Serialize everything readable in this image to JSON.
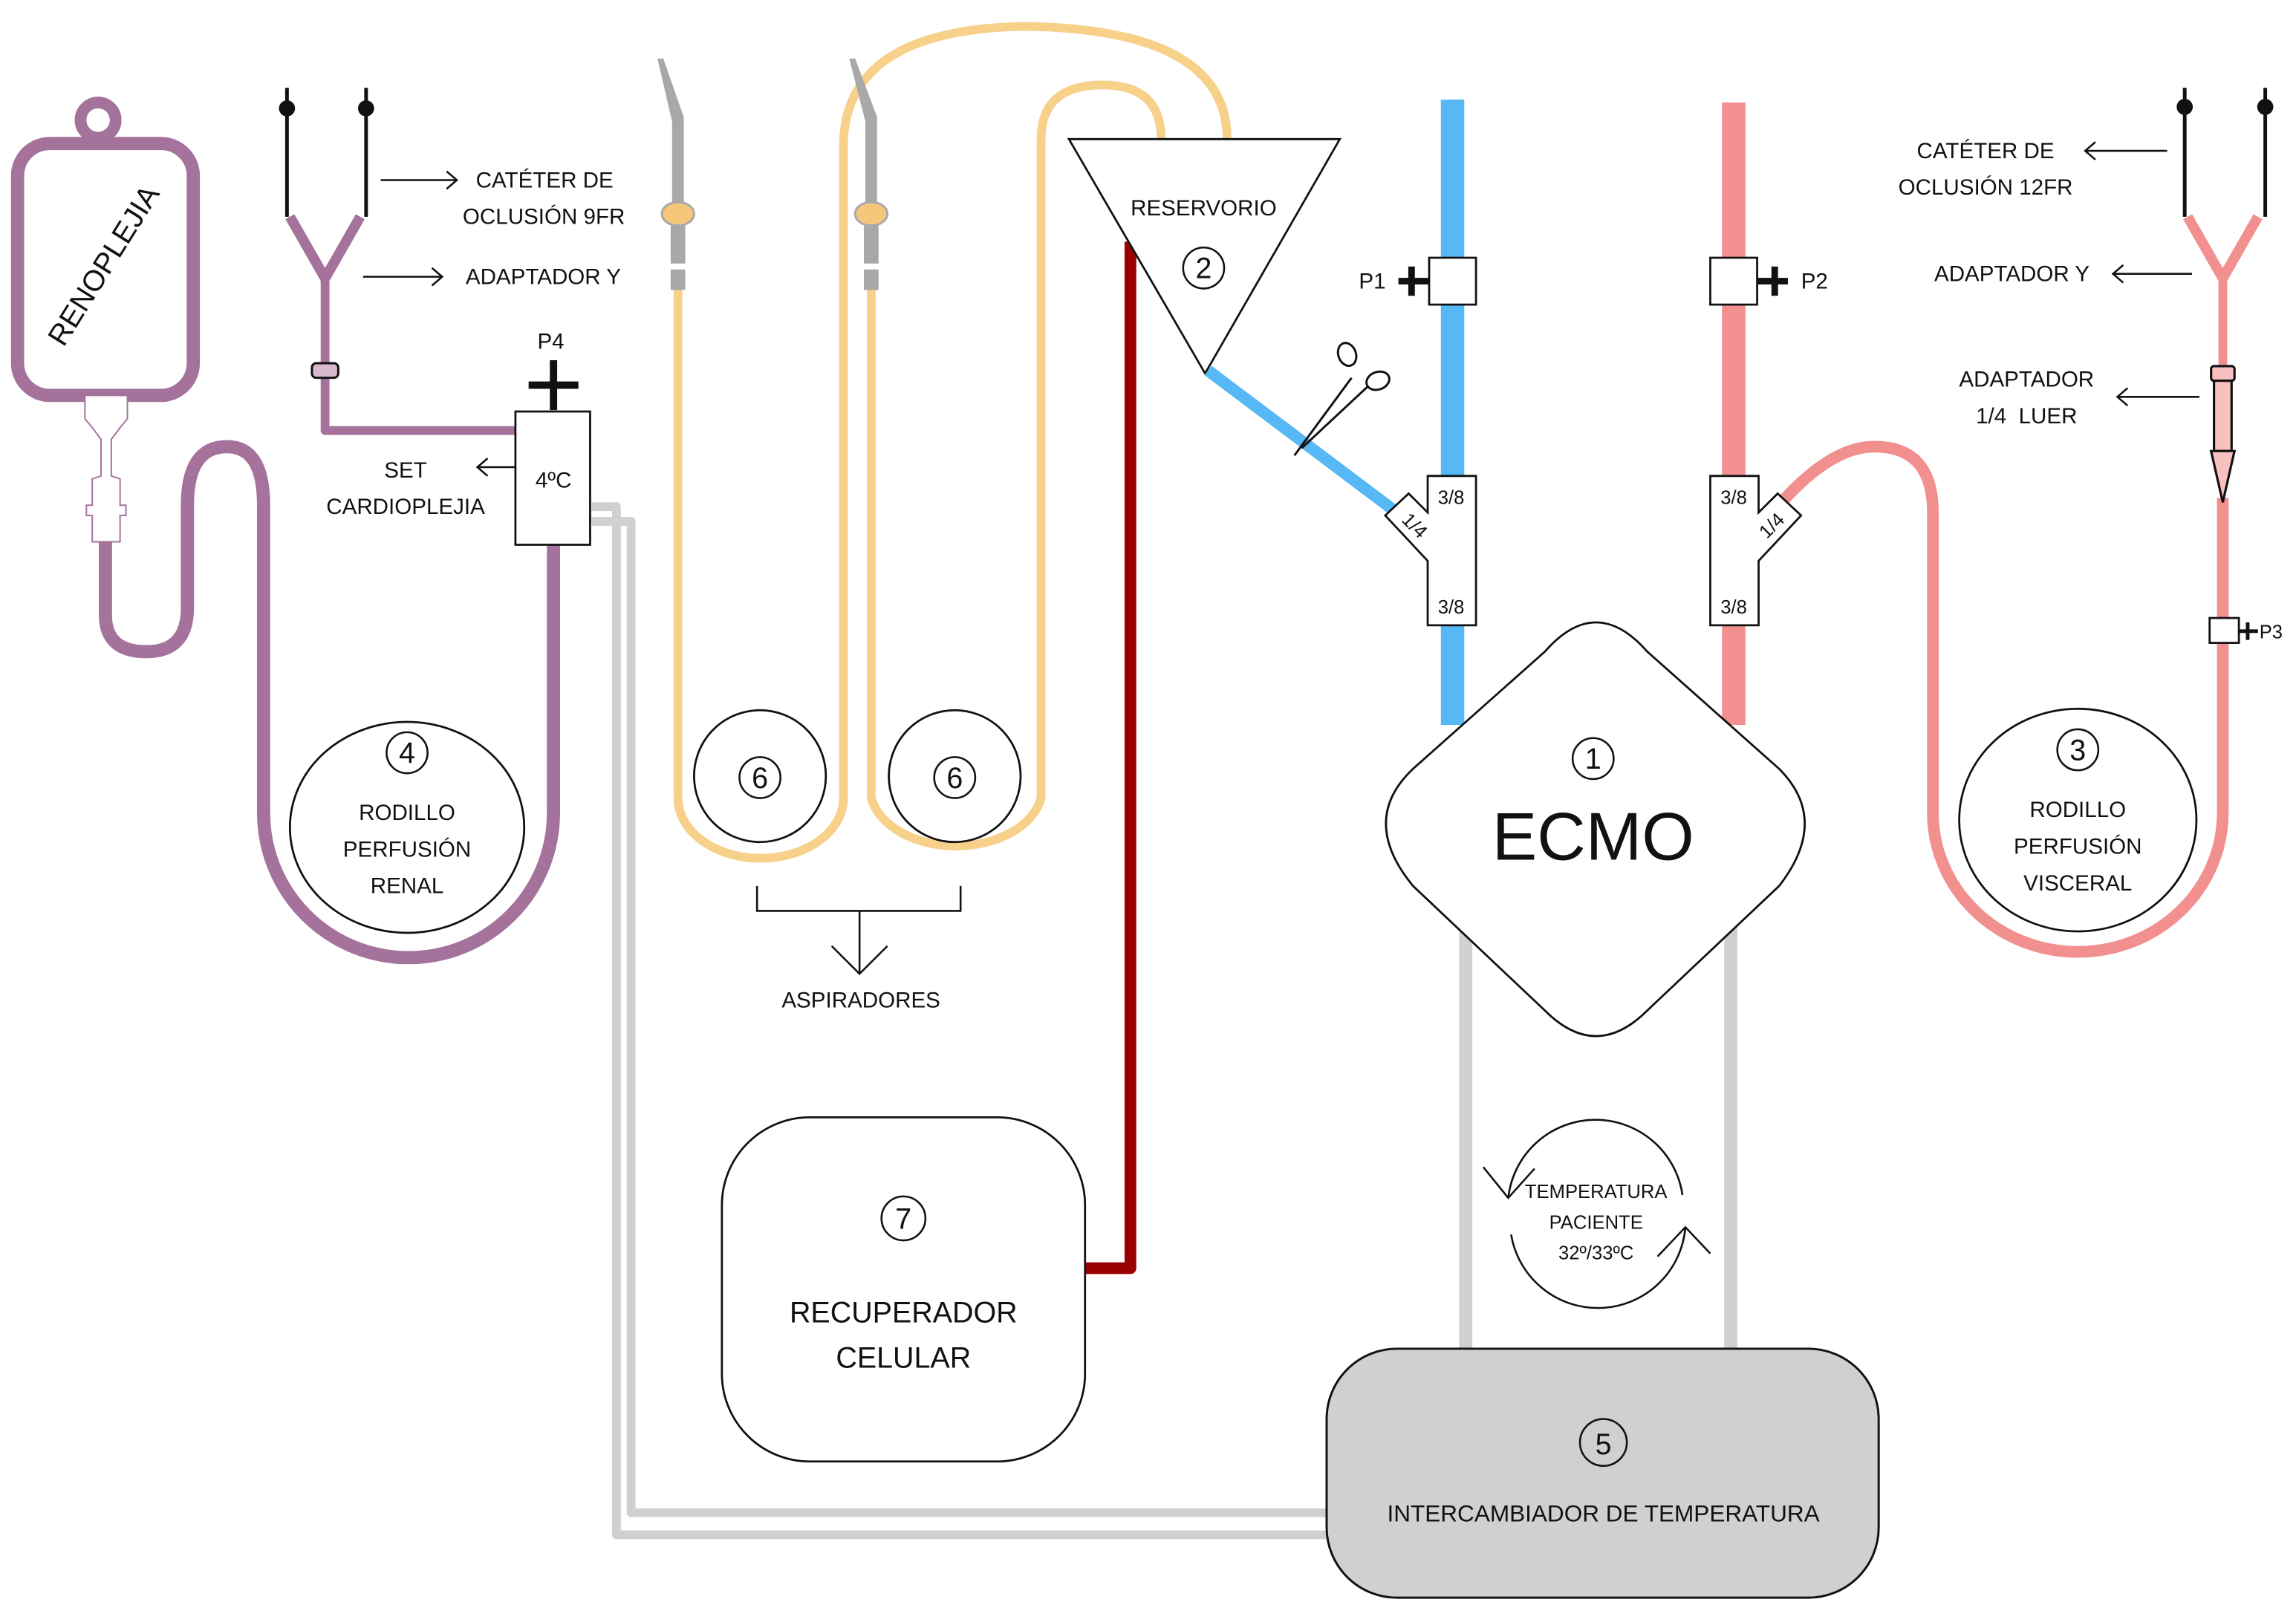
{
  "title": "Circuito ECMO con perfusión renal y visceral",
  "colors": {
    "renal_purple": "#A4729B",
    "suction_yellow": "#F7D08A",
    "venous_blue": "#56B8F4",
    "arterial_pink": "#F28F8F",
    "cell_saver_red": "#990000",
    "thermal_gray": "#D0D0D0",
    "exchanger_fill": "#D0D0D0",
    "instrument_gray": "#A8A8A8"
  },
  "components": {
    "ecmo": {
      "number": "1",
      "label": "ECMO"
    },
    "reservoir": {
      "number": "2",
      "label": "RESERVORIO"
    },
    "visceral_roller": {
      "number": "3",
      "lines": [
        "RODILLO",
        "PERFUSIÓN",
        "VISCERAL"
      ]
    },
    "renal_roller": {
      "number": "4",
      "lines": [
        "RODILLO",
        "PERFUSIÓN",
        "RENAL"
      ]
    },
    "heat_exchanger": {
      "number": "5",
      "label": "INTERCAMBIADOR DE TEMPERATURA"
    },
    "suction_1": {
      "number": "6"
    },
    "suction_2": {
      "number": "6"
    },
    "cell_saver": {
      "number": "7",
      "lines": [
        "RECUPERADOR",
        "CELULAR"
      ]
    }
  },
  "bag": {
    "label": "RENOPLEJIA"
  },
  "left_catheter": {
    "catheter_lines": [
      "CATÉTER DE",
      "OCLUSIÓN 9FR"
    ],
    "adapter": "ADAPTADOR Y"
  },
  "right_catheter": {
    "catheter_lines": [
      "CATÉTER DE",
      "OCLUSIÓN 12FR"
    ],
    "adapter": "ADAPTADOR Y",
    "luer_lines": [
      "ADAPTADOR",
      "1/4  LUER"
    ]
  },
  "cardioplegia": {
    "pressure_port": "P4",
    "temperature": "4ºC",
    "label_lines": [
      "SET",
      "CARDIOPLEJIA"
    ]
  },
  "pressure_ports": {
    "p1": "P1",
    "p2": "P2",
    "p3": "P3"
  },
  "connectors": {
    "venous": {
      "top": "3/8",
      "side": "1/4",
      "bottom": "3/8"
    },
    "arterial": {
      "top": "3/8",
      "side": "1/4",
      "bottom": "3/8"
    }
  },
  "aspirators_label": "ASPIRADORES",
  "patient_temperature": {
    "lines": [
      "TEMPERATURA",
      "PACIENTE",
      "32º/33ºC"
    ]
  }
}
